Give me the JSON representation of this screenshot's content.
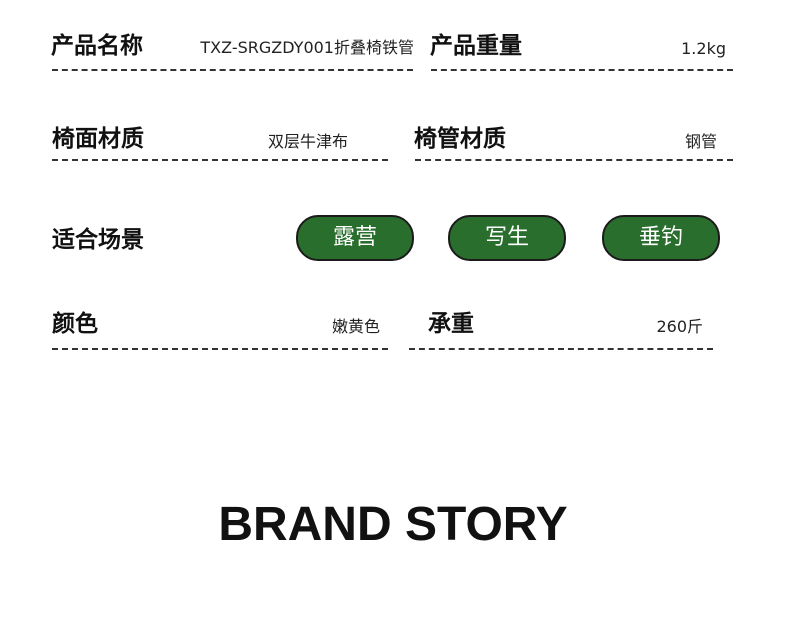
{
  "specs": {
    "name_label": "产品名称",
    "name_value": "TXZ-SRGZDY001折叠椅铁管",
    "weight_label": "产品重量",
    "weight_value": "1.2kg",
    "seat_label": "椅面材质",
    "seat_value": "双层牛津布",
    "tube_label": "椅管材质",
    "tube_value": "钢管",
    "scene_label": "适合场景",
    "scenes": [
      "露营",
      "写生",
      "垂钓"
    ],
    "color_label": "颜色",
    "color_value": "嫩黄色",
    "load_label": "承重",
    "load_value": "260斤"
  },
  "brand_heading": "BRAND STORY",
  "colors": {
    "pill_green": "#2a6e2e"
  }
}
